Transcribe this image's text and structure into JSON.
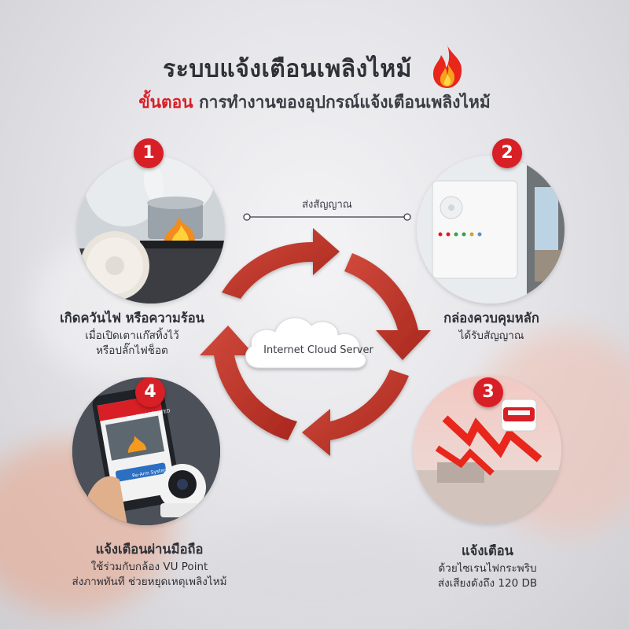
{
  "header": {
    "title": "ระบบแจ้งเตือนเพลิงไหม้",
    "subtitle_highlight": "ขั้นตอน",
    "subtitle_rest": "การทำงานของอุปกรณ์แจ้งเตือนเพลิงไหม้"
  },
  "center": {
    "signal_label": "ส่งสัญญาณ",
    "cloud_label": "Internet Cloud Server"
  },
  "steps": [
    {
      "number": "1",
      "caption_main": "เกิดควันไฟ หรือความร้อน",
      "caption_lines": [
        "เมื่อเปิดเตาแก๊สทิ้งไว้",
        "หรือปลั๊กไฟช็อต"
      ]
    },
    {
      "number": "2",
      "caption_main": "กล่องควบคุมหลัก",
      "caption_lines": [
        "ได้รับสัญญาณ"
      ]
    },
    {
      "number": "3",
      "caption_main": "แจ้งเตือน",
      "caption_lines": [
        "ด้วยไซเรนไฟกระพริบ",
        "ส่งเสียงดังถึง 120 DB"
      ]
    },
    {
      "number": "4",
      "caption_main": "แจ้งเตือนผ่านมือถือ",
      "caption_lines": [
        "ใช้ร่วมกับกล้อง VU Point",
        "ส่งภาพทันที ช่วยหยุดเหตุเพลิงไหม้"
      ]
    }
  ],
  "phone": {
    "screen_header": "ALARM ACTIVATED",
    "button_label": "Re-Arm System"
  },
  "colors": {
    "accent": "#d81f26",
    "arrow": "#c23a2e",
    "text": "#2f3138"
  }
}
